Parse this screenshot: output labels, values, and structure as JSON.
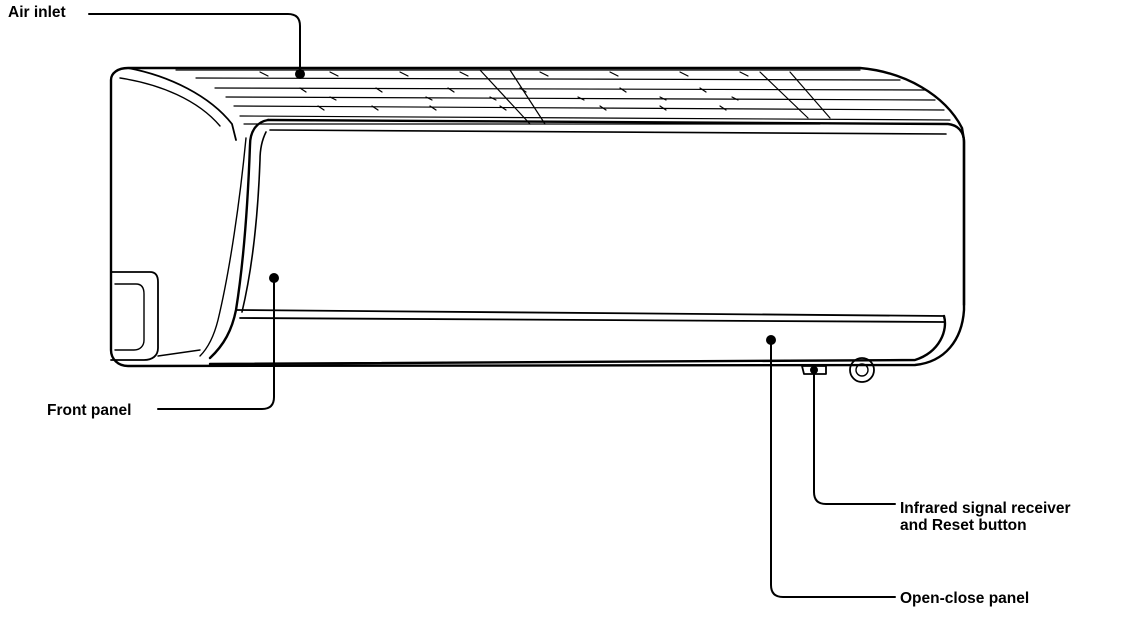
{
  "labels": {
    "air_inlet": "Air inlet",
    "front_panel": "Front panel",
    "infrared_line1": "Infrared signal receiver",
    "infrared_line2": "and Reset button",
    "open_close_panel": "Open-close panel"
  },
  "colors": {
    "line": "#000000",
    "background": "#ffffff"
  }
}
